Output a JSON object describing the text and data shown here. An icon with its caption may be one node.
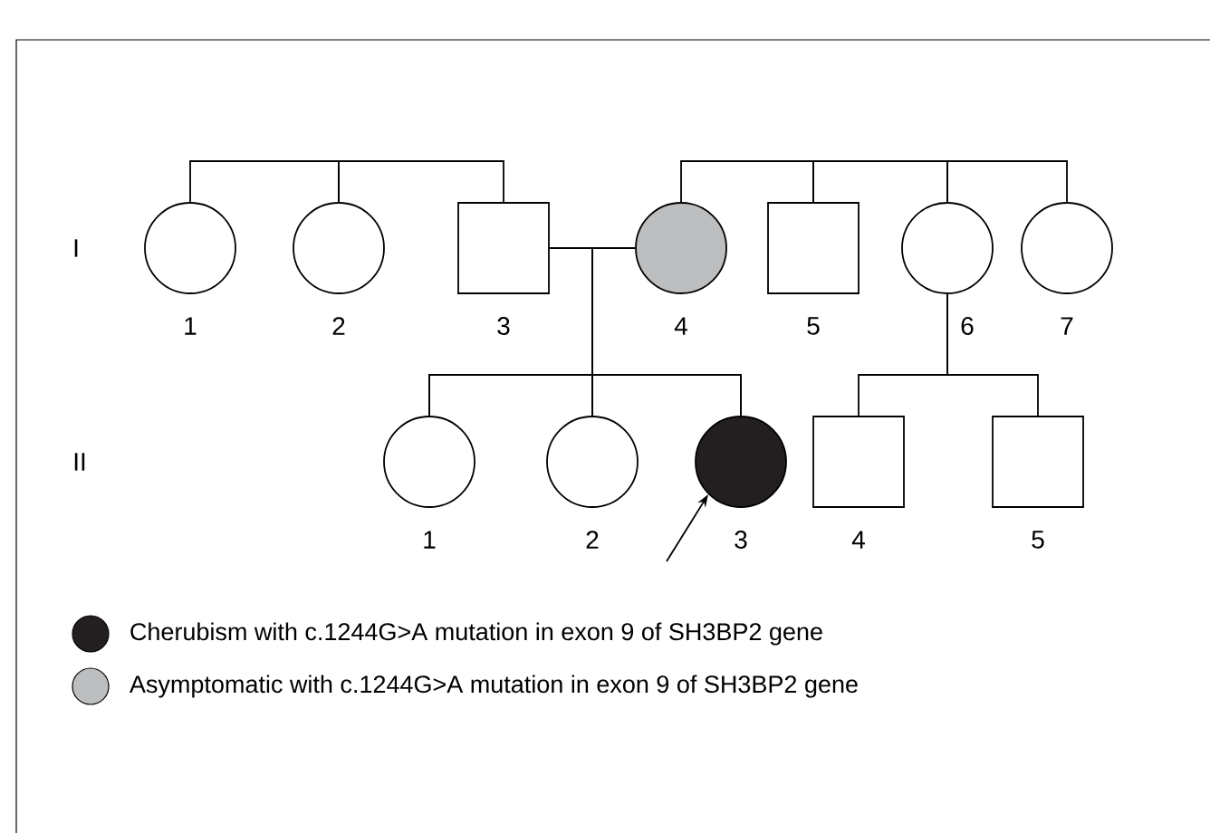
{
  "diagram": {
    "nodes": [
      {
        "text": [],
        "shape": "circle",
        "beside": [
          "1"
        ]
      },
      {
        "text": [],
        "shape": "circle",
        "beside": [
          "2"
        ]
      },
      {
        "text": [],
        "shape": "box",
        "beside": [
          "3"
        ]
      },
      {
        "text": [],
        "shape": "circle",
        "beside": [
          "4"
        ]
      },
      {
        "text": [],
        "shape": "box",
        "beside": [
          "5"
        ]
      },
      {
        "text": [],
        "shape": "circle",
        "beside": [
          "6"
        ]
      },
      {
        "text": [],
        "shape": "circle",
        "beside": [
          "7"
        ]
      },
      {
        "text": [],
        "shape": "circle",
        "beside": [
          "1"
        ]
      },
      {
        "text": [],
        "shape": "circle",
        "beside": [
          "2"
        ]
      },
      {
        "text": [],
        "shape": "circle",
        "beside": [
          "3"
        ]
      },
      {
        "text": [],
        "shape": "box",
        "beside": [
          "4"
        ]
      },
      {
        "text": [],
        "shape": "box",
        "beside": [
          "5"
        ]
      }
    ],
    "edges": [
      {
        "from": 0,
        "to": 1,
        "arrow": "none"
      },
      {
        "from": 1,
        "to": 2,
        "arrow": "none"
      },
      {
        "from": 2,
        "to": 3,
        "arrow": "none"
      },
      {
        "from": 3,
        "to": 4,
        "arrow": "none"
      },
      {
        "from": 4,
        "to": 5,
        "arrow": "none"
      },
      {
        "from": 5,
        "to": 6,
        "arrow": "none"
      },
      {
        "from": 2,
        "to": 7,
        "arrow": "none"
      },
      {
        "from": 2,
        "to": 8,
        "arrow": "none"
      },
      {
        "from": 2,
        "to": 9,
        "arrow": "none"
      },
      {
        "from": 3,
        "to": 7,
        "arrow": "none"
      },
      {
        "from": 3,
        "to": 8,
        "arrow": "none"
      },
      {
        "from": 3,
        "to": 9,
        "arrow": "none"
      },
      {
        "from": 5,
        "to": 10,
        "arrow": "none"
      },
      {
        "from": 5,
        "to": 11,
        "arrow": "none"
      },
      {
        "from": null,
        "to": 9,
        "arrow": "to"
      }
    ],
    "labels": [
      "I",
      "II"
    ],
    "legend": [
      {
        "text": "Cherubism with c.1244G>A mutation in exon 9 of SH3BP2 gene",
        "color": "#231f20"
      },
      {
        "text": "Asymptomatic with c.1244G>A mutation in exon 9 of SH3BP2 gene",
        "color": "#bcbec0"
      }
    ]
  }
}
